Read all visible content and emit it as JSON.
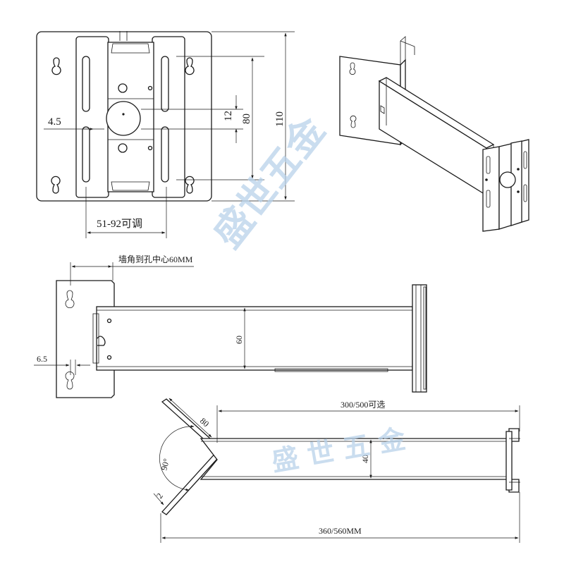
{
  "watermark": {
    "text_vertical": "盛世五金",
    "text_horizontal": "盛 世 五 金",
    "color": "#b8d2ea"
  },
  "front_view": {
    "dim_small": "4.5",
    "dim_hole": "12",
    "dim_slot_span": "80",
    "dim_total_height": "110",
    "dim_adjust": "51-92可调"
  },
  "side_view": {
    "dim_wall_to_hole": "墙角到孔中心60MM",
    "dim_left": "6.5",
    "dim_arm_height": "60"
  },
  "bottom_view": {
    "dim_arm_length": "300/500可选",
    "dim_flange": "80",
    "dim_angle": "90°",
    "dim_thickness": "2",
    "dim_arm_width": "40",
    "dim_total_length": "360/560MM"
  },
  "colors": {
    "line": "#1a1a1a",
    "background": "#ffffff"
  }
}
